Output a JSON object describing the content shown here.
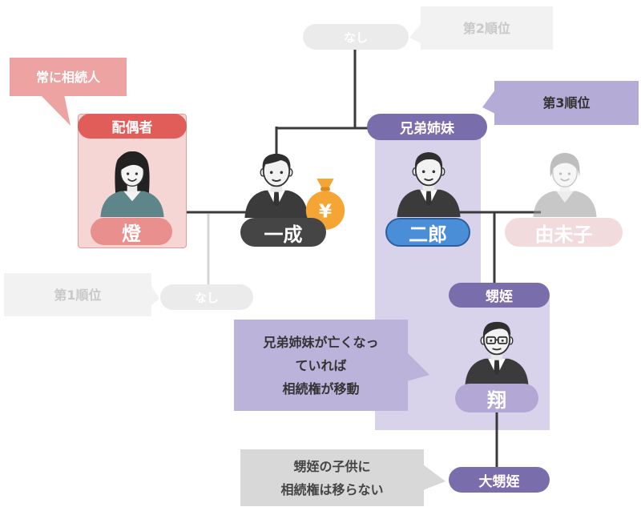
{
  "nodes": {
    "top_none": "なし",
    "bottom_none": "なし",
    "spouse_header": "配偶者",
    "spouse_name": "燈",
    "deceased_name": "一成",
    "siblings_header": "兄弟姉妹",
    "sibling_name": "二郎",
    "sibling_spouse_name": "由未子",
    "nephew_header": "甥姪",
    "nephew_name": "翔",
    "grand_nephew_header": "大甥姪"
  },
  "callouts": {
    "rank2": "第2順位",
    "rank1": "第1順位",
    "rank3": "第3順位",
    "always_heir": "常に相続人",
    "sibling_note": [
      "兄弟姉妹が亡くなっ",
      "ていれば",
      "相続権が移動"
    ],
    "grand_note": [
      "甥姪の子供に",
      "相続権は移らない"
    ]
  },
  "money_bag": {
    "symbol": "¥",
    "icon": "money-bag-icon"
  },
  "avatars": {
    "spouse": "woman-avatar-icon",
    "deceased": "man-avatar-icon",
    "sibling": "man-avatar-icon",
    "sibling_spouse": "faded-woman-avatar-icon",
    "nephew": "man-with-glasses-avatar-icon"
  },
  "colors": {
    "spouse_red": "#e15d59",
    "spouse_light": "#f6d6d5",
    "spouse_pill": "#e98f8e",
    "always_heir_bg": "#eda3a1",
    "deceased_pill": "#454545",
    "sibling_purple": "#7a6dab",
    "sibling_region": "#d8d3ea",
    "rank3_bg": "#b5abd7",
    "sibling_pill": "#4b8ed8",
    "nephew_pill": "#b2a7d5",
    "sibling_note_bg": "#bcb3da",
    "faded_pill": "#f2dbdc",
    "none_pill": "#ebebeb",
    "faded_callout_bg": "#f2f2f2",
    "faded_text": "#c9c9c9",
    "grand_note_bg": "#d8d8d8",
    "money_orange": "#f4a533",
    "line_dark": "#3a3a3a",
    "line_light": "#d4d4d4"
  }
}
